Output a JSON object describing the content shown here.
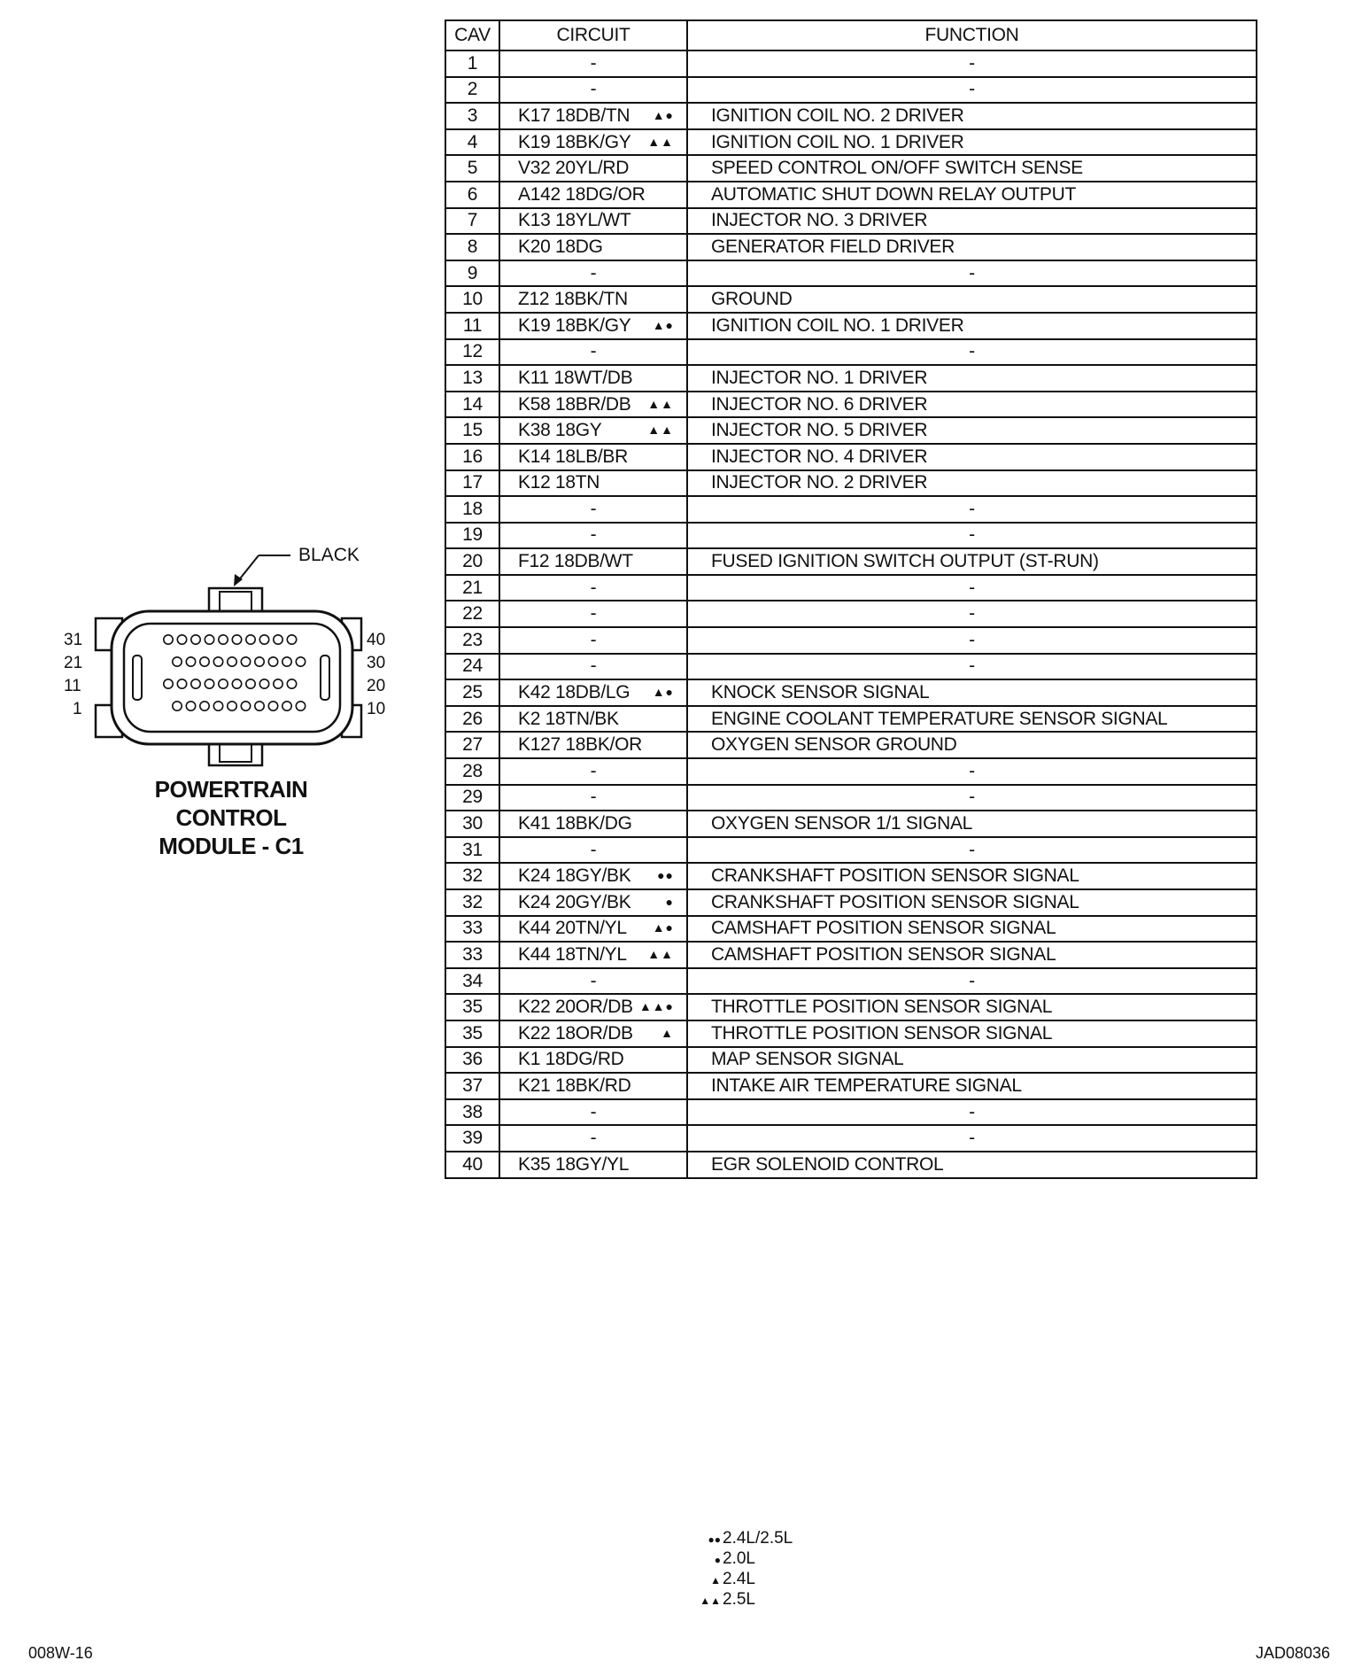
{
  "table": {
    "headers": {
      "cav": "CAV",
      "circuit": "CIRCUIT",
      "function": "FUNCTION"
    },
    "rows": [
      {
        "cav": "1",
        "circuit": "-",
        "marker": "",
        "function": "-"
      },
      {
        "cav": "2",
        "circuit": "-",
        "marker": "",
        "function": "-"
      },
      {
        "cav": "3",
        "circuit": "K17 18DB/TN",
        "marker": "▲●",
        "function": "IGNITION COIL NO. 2 DRIVER"
      },
      {
        "cav": "4",
        "circuit": "K19 18BK/GY",
        "marker": "▲▲",
        "function": "IGNITION COIL NO. 1 DRIVER"
      },
      {
        "cav": "5",
        "circuit": "V32 20YL/RD",
        "marker": "",
        "function": "SPEED CONTROL ON/OFF SWITCH SENSE"
      },
      {
        "cav": "6",
        "circuit": "A142 18DG/OR",
        "marker": "",
        "function": "AUTOMATIC SHUT DOWN RELAY OUTPUT"
      },
      {
        "cav": "7",
        "circuit": "K13 18YL/WT",
        "marker": "",
        "function": "INJECTOR NO. 3 DRIVER"
      },
      {
        "cav": "8",
        "circuit": "K20 18DG",
        "marker": "",
        "function": "GENERATOR FIELD DRIVER"
      },
      {
        "cav": "9",
        "circuit": "-",
        "marker": "",
        "function": "-"
      },
      {
        "cav": "10",
        "circuit": "Z12 18BK/TN",
        "marker": "",
        "function": "GROUND"
      },
      {
        "cav": "11",
        "circuit": "K19 18BK/GY",
        "marker": "▲●",
        "function": "IGNITION COIL NO. 1 DRIVER"
      },
      {
        "cav": "12",
        "circuit": "-",
        "marker": "",
        "function": "-"
      },
      {
        "cav": "13",
        "circuit": "K11 18WT/DB",
        "marker": "",
        "function": "INJECTOR NO. 1 DRIVER"
      },
      {
        "cav": "14",
        "circuit": "K58 18BR/DB",
        "marker": "▲▲",
        "function": "INJECTOR NO. 6 DRIVER"
      },
      {
        "cav": "15",
        "circuit": "K38 18GY",
        "marker": "▲▲",
        "function": "INJECTOR NO. 5 DRIVER"
      },
      {
        "cav": "16",
        "circuit": "K14 18LB/BR",
        "marker": "",
        "function": "INJECTOR NO. 4 DRIVER"
      },
      {
        "cav": "17",
        "circuit": "K12 18TN",
        "marker": "",
        "function": "INJECTOR NO. 2 DRIVER"
      },
      {
        "cav": "18",
        "circuit": "-",
        "marker": "",
        "function": "-"
      },
      {
        "cav": "19",
        "circuit": "-",
        "marker": "",
        "function": "-"
      },
      {
        "cav": "20",
        "circuit": "F12 18DB/WT",
        "marker": "",
        "function": "FUSED IGNITION SWITCH OUTPUT (ST-RUN)"
      },
      {
        "cav": "21",
        "circuit": "-",
        "marker": "",
        "function": "-"
      },
      {
        "cav": "22",
        "circuit": "-",
        "marker": "",
        "function": "-"
      },
      {
        "cav": "23",
        "circuit": "-",
        "marker": "",
        "function": "-"
      },
      {
        "cav": "24",
        "circuit": "-",
        "marker": "",
        "function": "-"
      },
      {
        "cav": "25",
        "circuit": "K42 18DB/LG",
        "marker": "▲●",
        "function": "KNOCK SENSOR SIGNAL"
      },
      {
        "cav": "26",
        "circuit": "K2 18TN/BK",
        "marker": "",
        "function": "ENGINE COOLANT TEMPERATURE SENSOR SIGNAL"
      },
      {
        "cav": "27",
        "circuit": "K127 18BK/OR",
        "marker": "",
        "function": "OXYGEN SENSOR GROUND"
      },
      {
        "cav": "28",
        "circuit": "-",
        "marker": "",
        "function": "-"
      },
      {
        "cav": "29",
        "circuit": "-",
        "marker": "",
        "function": "-"
      },
      {
        "cav": "30",
        "circuit": "K41 18BK/DG",
        "marker": "",
        "function": "OXYGEN SENSOR 1/1 SIGNAL"
      },
      {
        "cav": "31",
        "circuit": "-",
        "marker": "",
        "function": "-"
      },
      {
        "cav": "32",
        "circuit": "K24 18GY/BK",
        "marker": "●●",
        "function": "CRANKSHAFT POSITION SENSOR SIGNAL"
      },
      {
        "cav": "32",
        "circuit": "K24 20GY/BK",
        "marker": "●",
        "function": "CRANKSHAFT POSITION SENSOR SIGNAL"
      },
      {
        "cav": "33",
        "circuit": "K44 20TN/YL",
        "marker": "▲●",
        "function": "CAMSHAFT POSITION SENSOR SIGNAL"
      },
      {
        "cav": "33",
        "circuit": "K44 18TN/YL",
        "marker": "▲▲",
        "function": "CAMSHAFT POSITION SENSOR SIGNAL"
      },
      {
        "cav": "34",
        "circuit": "-",
        "marker": "",
        "function": "-"
      },
      {
        "cav": "35",
        "circuit": "K22 20OR/DB",
        "marker": "▲▲●",
        "function": "THROTTLE POSITION SENSOR SIGNAL"
      },
      {
        "cav": "35",
        "circuit": "K22 18OR/DB",
        "marker": "▲",
        "function": "THROTTLE POSITION SENSOR SIGNAL"
      },
      {
        "cav": "36",
        "circuit": "K1 18DG/RD",
        "marker": "",
        "function": "MAP SENSOR SIGNAL"
      },
      {
        "cav": "37",
        "circuit": "K21 18BK/RD",
        "marker": "",
        "function": "INTAKE AIR TEMPERATURE SIGNAL"
      },
      {
        "cav": "38",
        "circuit": "-",
        "marker": "",
        "function": "-"
      },
      {
        "cav": "39",
        "circuit": "-",
        "marker": "",
        "function": "-"
      },
      {
        "cav": "40",
        "circuit": "K35 18GY/YL",
        "marker": "",
        "function": "EGR SOLENOID CONTROL"
      }
    ]
  },
  "connector": {
    "color_label": "BLACK",
    "left_pins": [
      "31",
      "21",
      "11",
      "1"
    ],
    "right_pins": [
      "40",
      "30",
      "20",
      "10"
    ],
    "title_lines": [
      "POWERTRAIN",
      "CONTROL",
      "MODULE - C1"
    ]
  },
  "legend": [
    {
      "symbol": "●●",
      "text": "2.4L/2.5L"
    },
    {
      "symbol": "●",
      "text": "2.0L"
    },
    {
      "symbol": "▲",
      "text": "2.4L"
    },
    {
      "symbol": "▲▲",
      "text": "2.5L"
    }
  ],
  "footer": {
    "left_code": "008W-16",
    "right_code": "JAD08036"
  }
}
